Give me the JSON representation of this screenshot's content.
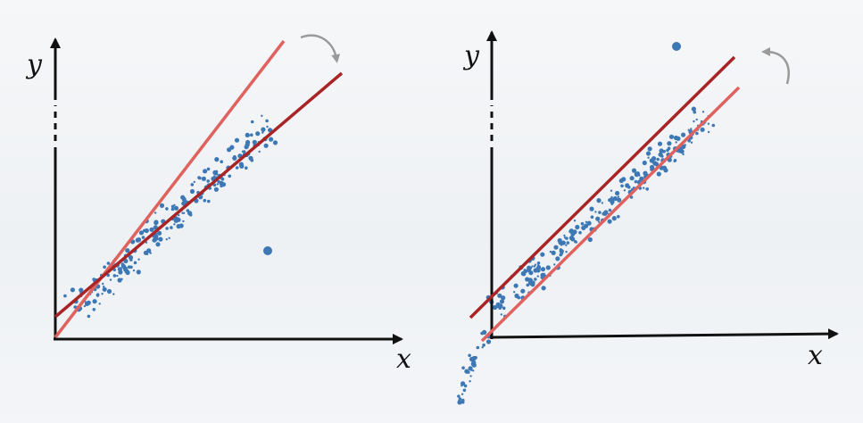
{
  "panels": [
    {
      "id": "left",
      "x_label": "x",
      "y_label": "y",
      "y_axis_break": true,
      "outlier_count": 1,
      "lines": [
        {
          "role": "fit-without-outlier",
          "color": "#e0625f"
        },
        {
          "role": "fit-with-outlier",
          "color": "#a82425"
        }
      ],
      "rotation_arrow": "clockwise"
    },
    {
      "id": "right",
      "x_label": "x",
      "y_label": "y",
      "y_axis_break": true,
      "outlier_count": 1,
      "lines": [
        {
          "role": "fit-without-outlier",
          "color": "#e0625f"
        },
        {
          "role": "fit-with-outlier",
          "color": "#a82425"
        }
      ],
      "rotation_arrow": "counter-clockwise"
    }
  ],
  "colors": {
    "points": "#3d78b5",
    "axes": "#111111",
    "arrow": "#9a9a9a"
  }
}
